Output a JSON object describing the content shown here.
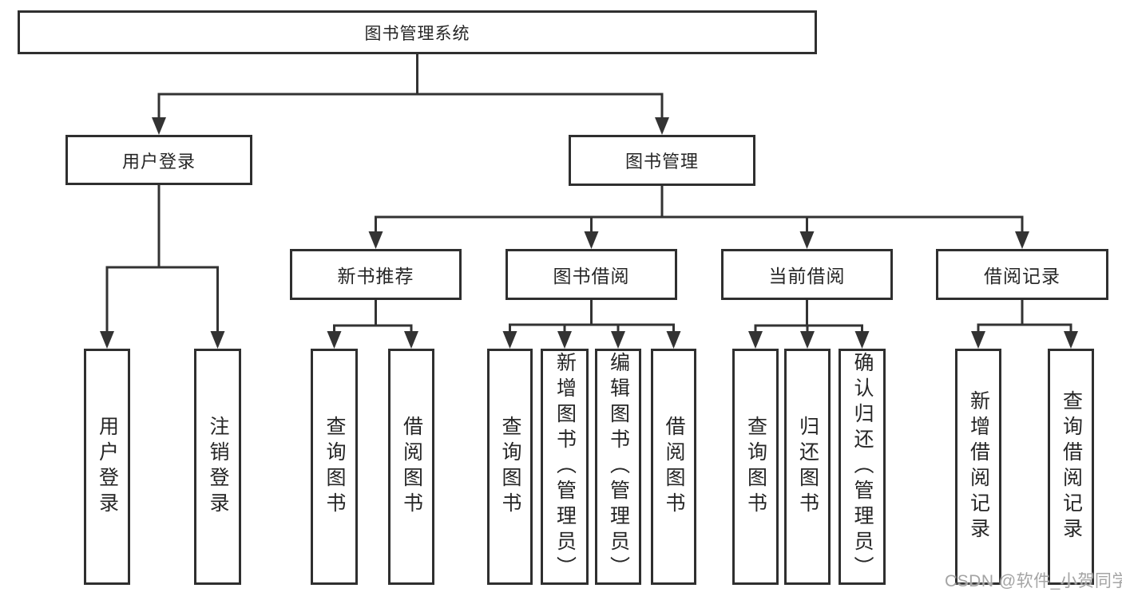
{
  "colors": {
    "line": "#333333",
    "box_border": "#2f2f2f",
    "watermark": "#a4a4a4",
    "background": "#ffffff"
  },
  "tree": {
    "root": {
      "label": "图书管理系统"
    },
    "branches": [
      {
        "label": "用户登录",
        "children": [
          {
            "label": "用户登录"
          },
          {
            "label": "注销登录"
          }
        ]
      },
      {
        "label": "图书管理",
        "children": [
          {
            "label": "新书推荐",
            "children": [
              {
                "label": "查询图书"
              },
              {
                "label": "借阅图书"
              }
            ]
          },
          {
            "label": "图书借阅",
            "children": [
              {
                "label": "查询图书"
              },
              {
                "label": "新增图书（管理员）"
              },
              {
                "label": "编辑图书（管理员）"
              },
              {
                "label": "借阅图书"
              }
            ]
          },
          {
            "label": "当前借阅",
            "children": [
              {
                "label": "查询图书"
              },
              {
                "label": "归还图书"
              },
              {
                "label": "确认归还（管理员）"
              }
            ]
          },
          {
            "label": "借阅记录",
            "children": [
              {
                "label": "新增借阅记录"
              },
              {
                "label": "查询借阅记录"
              }
            ]
          }
        ]
      }
    ]
  },
  "watermark": {
    "text": "CSDN @软件_小贺同学"
  }
}
